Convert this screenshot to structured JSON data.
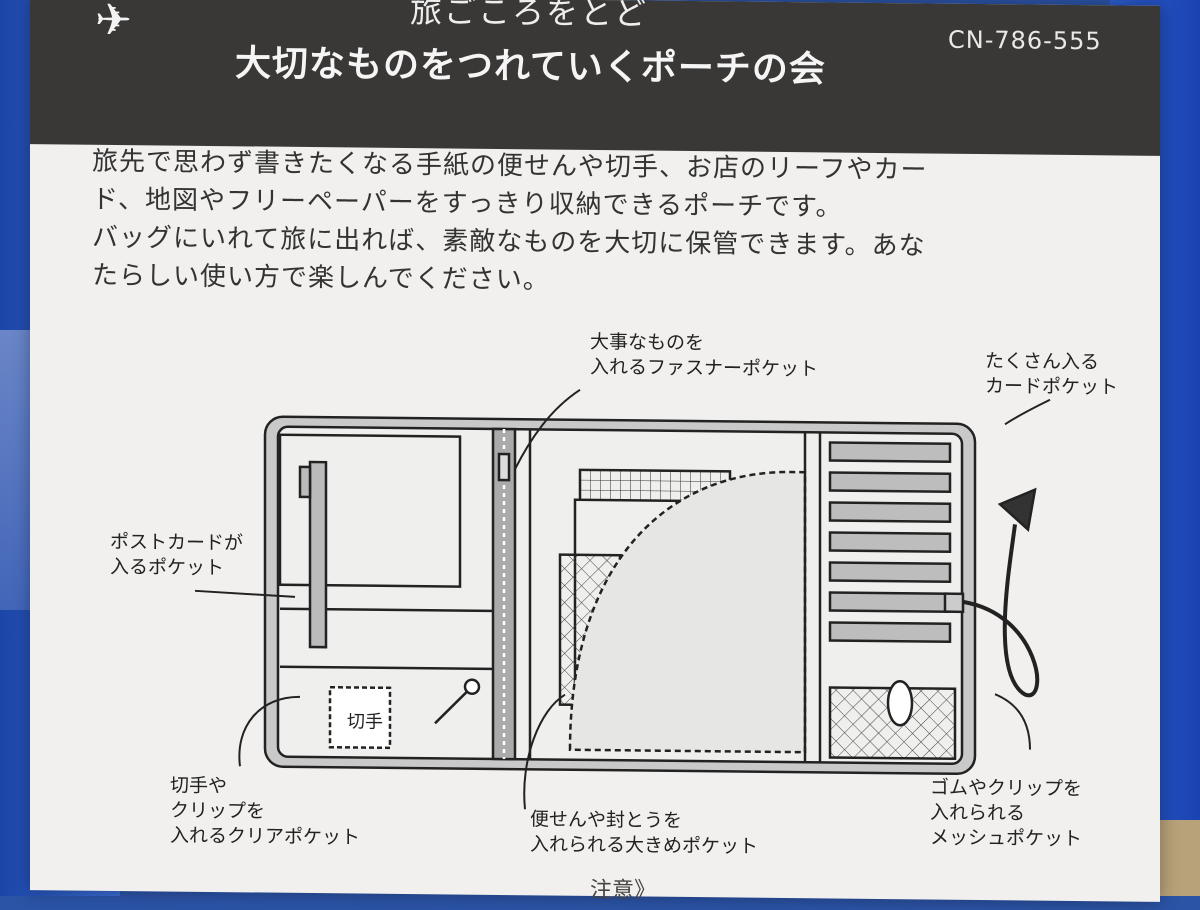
{
  "header": {
    "title_top": "旅ごころをとど",
    "title": "大切なものをつれていくポーチの会",
    "code": "CN-786-555",
    "plane_icon": "airplane-icon"
  },
  "description": {
    "lines": [
      "旅先で思わず書きたくなる手紙の便せんや切手、お店のリーフやカー",
      "ド、地図やフリーペーパーをすっきり収納できるポーチです。",
      "バッグにいれて旅に出れば、素敵なものを大切に保管できます。あな",
      "たらしい使い方で楽しんでください。"
    ]
  },
  "labels": {
    "zipper_pocket": [
      "大事なものを",
      "入れるファスナーポケット"
    ],
    "card_pocket": [
      "たくさん入る",
      "カードポケット"
    ],
    "postcard_pocket": [
      "ポストカードが",
      "入るポケット"
    ],
    "stamp_pocket": [
      "切手や",
      "クリップを",
      "入れるクリアポケット"
    ],
    "letter_pocket": [
      "便せんや封とうを",
      "入れられる大きめポケット"
    ],
    "mesh_pocket": [
      "ゴムやクリップを",
      "入れられる",
      "メッシュポケット"
    ],
    "stamp_char": "切手"
  },
  "footer": {
    "fragment": "注意》"
  },
  "colors": {
    "bag_blue": "#2b53a6",
    "band": "#3a3836",
    "card": "#f1f0ee",
    "ink": "#222222"
  }
}
